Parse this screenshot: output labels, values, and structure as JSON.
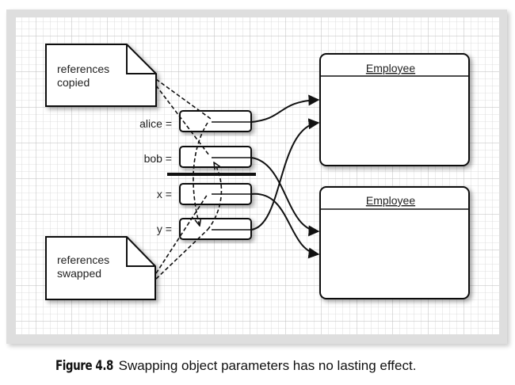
{
  "notes": {
    "copied": [
      "references",
      "copied"
    ],
    "swapped": [
      "references",
      "swapped"
    ]
  },
  "variables": {
    "alice": "alice =",
    "bob": "bob =",
    "x": "x =",
    "y": "y ="
  },
  "objects": {
    "top_class": "Employee",
    "bottom_class": "Employee"
  },
  "caption": {
    "label": "Figure 4.8",
    "text": "Swapping object parameters has no lasting effect."
  }
}
